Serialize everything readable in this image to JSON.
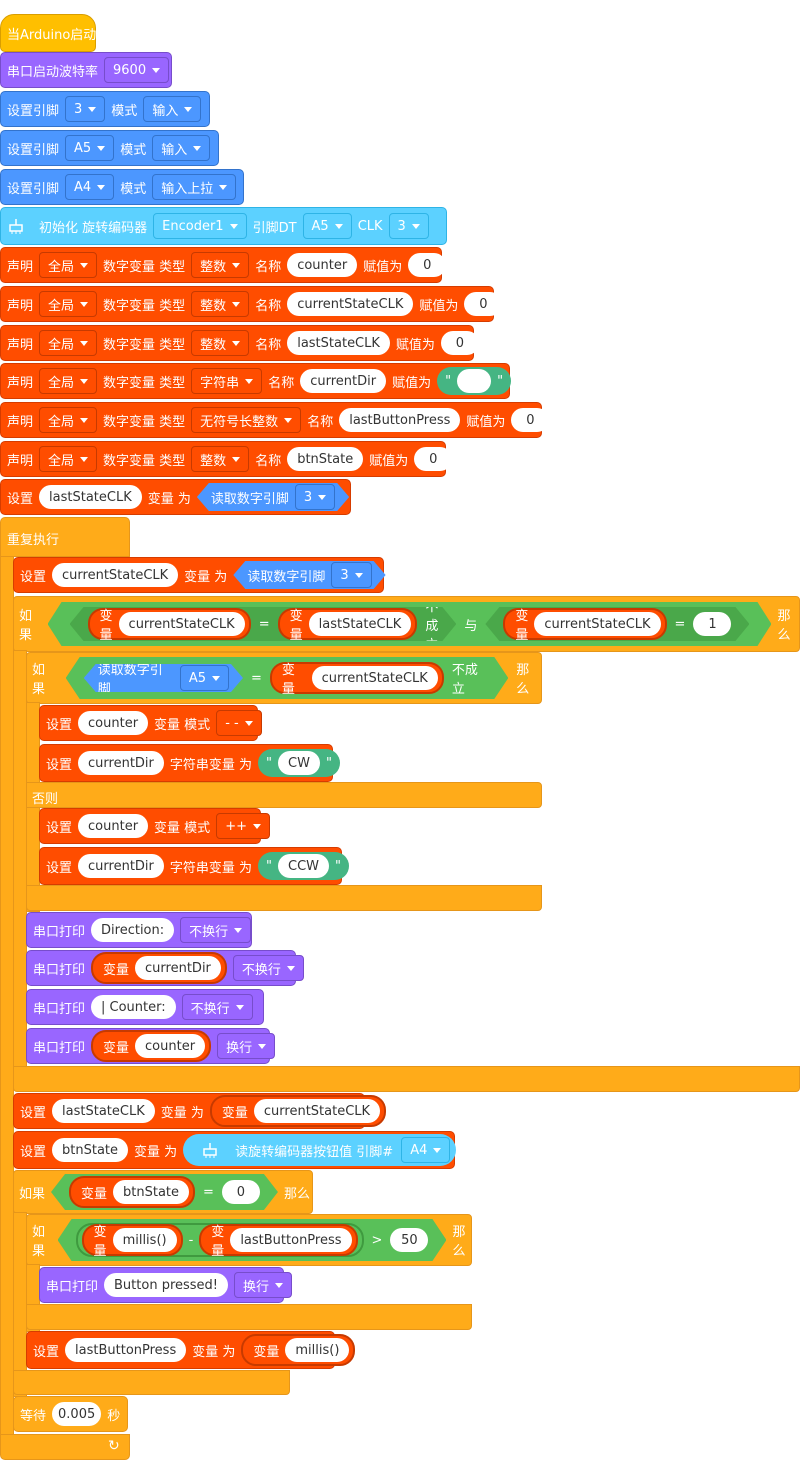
{
  "event": {
    "label": "当Arduino启动"
  },
  "serial_begin": {
    "label": "串口启动波特率",
    "baud": "9600"
  },
  "pins": [
    {
      "set": "设置引脚",
      "pin": "3",
      "mode_label": "模式",
      "mode": "输入"
    },
    {
      "set": "设置引脚",
      "pin": "A5",
      "mode_label": "模式",
      "mode": "输入"
    },
    {
      "set": "设置引脚",
      "pin": "A4",
      "mode_label": "模式",
      "mode": "输入上拉"
    }
  ],
  "encoder_init": {
    "label": "初始化 旋转编码器",
    "encoder": "Encoder1",
    "dt_label": "引脚DT",
    "dt": "A5",
    "clk_label": "CLK",
    "clk": "3"
  },
  "declares": [
    {
      "label": "声明",
      "scope": "全局",
      "kind": "数字变量 类型",
      "type": "整数",
      "name_label": "名称",
      "name": "counter",
      "assign": "赋值为",
      "value": "0"
    },
    {
      "label": "声明",
      "scope": "全局",
      "kind": "数字变量 类型",
      "type": "整数",
      "name_label": "名称",
      "name": "currentStateCLK",
      "assign": "赋值为",
      "value": "0"
    },
    {
      "label": "声明",
      "scope": "全局",
      "kind": "数字变量 类型",
      "type": "整数",
      "name_label": "名称",
      "name": "lastStateCLK",
      "assign": "赋值为",
      "value": "0"
    },
    {
      "label": "声明",
      "scope": "全局",
      "kind": "数字变量 类型",
      "type": "字符串",
      "name_label": "名称",
      "name": "currentDir",
      "assign": "赋值为",
      "value": ""
    },
    {
      "label": "声明",
      "scope": "全局",
      "kind": "数字变量 类型",
      "type": "无符号长整数",
      "name_label": "名称",
      "name": "lastButtonPress",
      "assign": "赋值为",
      "value": "0"
    },
    {
      "label": "声明",
      "scope": "全局",
      "kind": "数字变量 类型",
      "type": "整数",
      "name_label": "名称",
      "name": "btnState",
      "assign": "赋值为",
      "value": "0"
    }
  ],
  "set_last": {
    "label": "设置",
    "var": "lastStateCLK",
    "to": "变量 为",
    "read": "读取数字引脚",
    "pin": "3"
  },
  "loop": {
    "label": "重复执行"
  },
  "set_current": {
    "label": "设置",
    "var": "currentStateCLK",
    "to": "变量 为",
    "read": "读取数字引脚",
    "pin": "3"
  },
  "if1": {
    "if": "如果",
    "var_label": "变量",
    "a": "currentStateCLK",
    "eq": "=",
    "b": "lastStateCLK",
    "not": "不成立",
    "and": "与",
    "c": "currentStateCLK",
    "one": "1",
    "then": "那么"
  },
  "if2": {
    "if": "如果",
    "read": "读取数字引脚",
    "pin": "A5",
    "eq": "=",
    "var_label": "变量",
    "var": "currentStateCLK",
    "not": "不成立",
    "then": "那么"
  },
  "dec": {
    "label": "设置",
    "var": "counter",
    "mode_label": "变量 模式",
    "mode": "- -"
  },
  "set_cw": {
    "label": "设置",
    "var": "currentDir",
    "to": "字符串变量 为",
    "value": "CW"
  },
  "else": {
    "label": "否则"
  },
  "inc": {
    "label": "设置",
    "var": "counter",
    "mode_label": "变量 模式",
    "mode": "++"
  },
  "set_ccw": {
    "label": "设置",
    "var": "currentDir",
    "to": "字符串变量 为",
    "value": "CCW"
  },
  "prints": [
    {
      "label": "串口打印",
      "text": "Direction:",
      "nl": "不换行"
    },
    {
      "label": "串口打印",
      "var_label": "变量",
      "var": "currentDir",
      "nl": "不换行"
    },
    {
      "label": "串口打印",
      "text": "| Counter:",
      "nl": "不换行"
    },
    {
      "label": "串口打印",
      "var_label": "变量",
      "var": "counter",
      "nl": "换行"
    }
  ],
  "set_last2": {
    "label": "设置",
    "var": "lastStateCLK",
    "to": "变量 为",
    "var_label": "变量",
    "value": "currentStateCLK"
  },
  "set_btn": {
    "label": "设置",
    "var": "btnState",
    "to": "变量 为",
    "read": "读旋转编码器按钮值 引脚#",
    "pin": "A4"
  },
  "if3": {
    "if": "如果",
    "var_label": "变量",
    "var": "btnState",
    "eq": "=",
    "value": "0",
    "then": "那么"
  },
  "if4": {
    "if": "如果",
    "var_label": "变量",
    "a": "millis()",
    "minus": "-",
    "b": "lastButtonPress",
    "gt": ">",
    "value": "50",
    "then": "那么"
  },
  "print_btn": {
    "label": "串口打印",
    "text": "Button pressed!",
    "nl": "换行"
  },
  "set_lbp": {
    "label": "设置",
    "var": "lastButtonPress",
    "to": "变量 为",
    "var_label": "变量",
    "value": "millis()"
  },
  "wait": {
    "label": "等待",
    "value": "0.005",
    "unit": "秒"
  },
  "loop_icon": "loop-arrow-icon"
}
